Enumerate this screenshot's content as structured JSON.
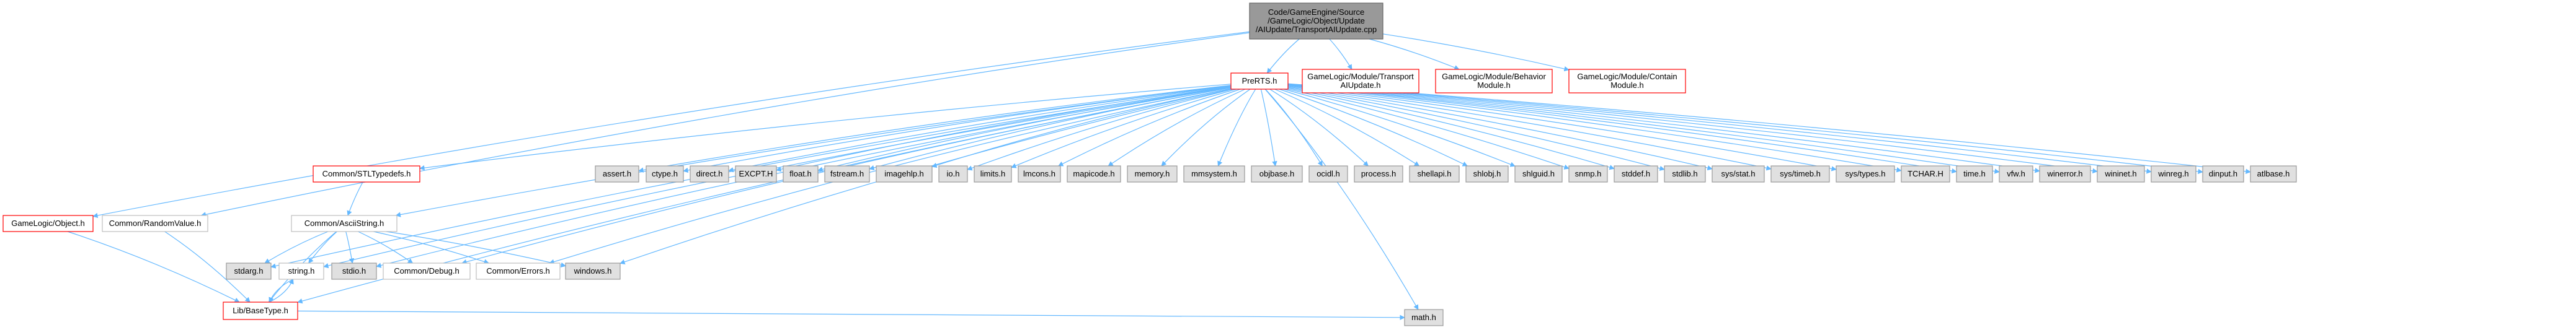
{
  "colors": {
    "edge": "#63b8ff",
    "root_fill": "#999999",
    "root_stroke": "#666666",
    "doc_fill": "#ffffff",
    "doc_stroke": "#bfbfbf",
    "missing_fill": "#ffffff",
    "missing_stroke": "#ff0000",
    "system_fill": "#e0e0e0",
    "system_stroke": "#999999"
  },
  "diagram": {
    "nodes": [
      {
        "id": "root",
        "kind": "root",
        "lines": [
          "Code/GameEngine/Source",
          "/GameLogic/Object/Update",
          "/AIUpdate/TransportAIUpdate.cpp"
        ]
      },
      {
        "id": "prerts",
        "kind": "missing",
        "lines": [
          "PreRTS.h"
        ]
      },
      {
        "id": "gl-transport",
        "kind": "missing",
        "lines": [
          "GameLogic/Module/Transport",
          "AIUpdate.h"
        ]
      },
      {
        "id": "gl-behavior",
        "kind": "missing",
        "lines": [
          "GameLogic/Module/Behavior",
          "Module.h"
        ]
      },
      {
        "id": "gl-contain",
        "kind": "missing",
        "lines": [
          "GameLogic/Module/Contain",
          "Module.h"
        ]
      },
      {
        "id": "gl-object",
        "kind": "missing",
        "lines": [
          "GameLogic/Object.h"
        ]
      },
      {
        "id": "common-random",
        "kind": "doc",
        "lines": [
          "Common/RandomValue.h"
        ]
      },
      {
        "id": "common-stltypedefs",
        "kind": "missing",
        "lines": [
          "Common/STLTypedefs.h"
        ]
      },
      {
        "id": "common-ascii",
        "kind": "doc",
        "lines": [
          "Common/AsciiString.h"
        ]
      },
      {
        "id": "stdarg",
        "kind": "system",
        "lines": [
          "stdarg.h"
        ]
      },
      {
        "id": "string",
        "kind": "doc",
        "lines": [
          "string.h"
        ]
      },
      {
        "id": "stdio",
        "kind": "system",
        "lines": [
          "stdio.h"
        ]
      },
      {
        "id": "common-debug",
        "kind": "doc",
        "lines": [
          "Common/Debug.h"
        ]
      },
      {
        "id": "common-errors",
        "kind": "doc",
        "lines": [
          "Common/Errors.h"
        ]
      },
      {
        "id": "windows",
        "kind": "system",
        "lines": [
          "windows.h"
        ]
      },
      {
        "id": "lib-basetype",
        "kind": "missing",
        "lines": [
          "Lib/BaseType.h"
        ]
      },
      {
        "id": "math",
        "kind": "system",
        "lines": [
          "math.h"
        ]
      },
      {
        "id": "assert",
        "kind": "system",
        "lines": [
          "assert.h"
        ]
      },
      {
        "id": "ctype",
        "kind": "system",
        "lines": [
          "ctype.h"
        ]
      },
      {
        "id": "direct",
        "kind": "system",
        "lines": [
          "direct.h"
        ]
      },
      {
        "id": "excpt",
        "kind": "system",
        "lines": [
          "EXCPT.H"
        ]
      },
      {
        "id": "float",
        "kind": "system",
        "lines": [
          "float.h"
        ]
      },
      {
        "id": "fstream",
        "kind": "system",
        "lines": [
          "fstream.h"
        ]
      },
      {
        "id": "imagehlp",
        "kind": "system",
        "lines": [
          "imagehlp.h"
        ]
      },
      {
        "id": "io",
        "kind": "system",
        "lines": [
          "io.h"
        ]
      },
      {
        "id": "limits",
        "kind": "system",
        "lines": [
          "limits.h"
        ]
      },
      {
        "id": "lmcons",
        "kind": "system",
        "lines": [
          "lmcons.h"
        ]
      },
      {
        "id": "mapicode",
        "kind": "system",
        "lines": [
          "mapicode.h"
        ]
      },
      {
        "id": "memory",
        "kind": "system",
        "lines": [
          "memory.h"
        ]
      },
      {
        "id": "mmsystem",
        "kind": "system",
        "lines": [
          "mmsystem.h"
        ]
      },
      {
        "id": "objbase",
        "kind": "system",
        "lines": [
          "objbase.h"
        ]
      },
      {
        "id": "ocidl",
        "kind": "system",
        "lines": [
          "ocidl.h"
        ]
      },
      {
        "id": "process",
        "kind": "system",
        "lines": [
          "process.h"
        ]
      },
      {
        "id": "shellapi",
        "kind": "system",
        "lines": [
          "shellapi.h"
        ]
      },
      {
        "id": "shlobj",
        "kind": "system",
        "lines": [
          "shlobj.h"
        ]
      },
      {
        "id": "shlguid",
        "kind": "system",
        "lines": [
          "shlguid.h"
        ]
      },
      {
        "id": "snmp",
        "kind": "system",
        "lines": [
          "snmp.h"
        ]
      },
      {
        "id": "stddef",
        "kind": "system",
        "lines": [
          "stddef.h"
        ]
      },
      {
        "id": "stdlib",
        "kind": "system",
        "lines": [
          "stdlib.h"
        ]
      },
      {
        "id": "sys-stat",
        "kind": "system",
        "lines": [
          "sys/stat.h"
        ]
      },
      {
        "id": "sys-timeb",
        "kind": "system",
        "lines": [
          "sys/timeb.h"
        ]
      },
      {
        "id": "sys-types",
        "kind": "system",
        "lines": [
          "sys/types.h"
        ]
      },
      {
        "id": "tchar",
        "kind": "system",
        "lines": [
          "TCHAR.H"
        ]
      },
      {
        "id": "time",
        "kind": "system",
        "lines": [
          "time.h"
        ]
      },
      {
        "id": "vfw",
        "kind": "system",
        "lines": [
          "vfw.h"
        ]
      },
      {
        "id": "winerror",
        "kind": "system",
        "lines": [
          "winerror.h"
        ]
      },
      {
        "id": "wininet",
        "kind": "system",
        "lines": [
          "wininet.h"
        ]
      },
      {
        "id": "winreg",
        "kind": "system",
        "lines": [
          "winreg.h"
        ]
      },
      {
        "id": "dinput",
        "kind": "system",
        "lines": [
          "dinput.h"
        ]
      },
      {
        "id": "atlbase",
        "kind": "system",
        "lines": [
          "atlbase.h"
        ]
      }
    ],
    "edges": [
      [
        "root",
        "prerts"
      ],
      [
        "root",
        "gl-transport"
      ],
      [
        "root",
        "gl-behavior"
      ],
      [
        "root",
        "gl-contain"
      ],
      [
        "root",
        "gl-object"
      ],
      [
        "root",
        "common-random"
      ],
      [
        "gl-object",
        "lib-basetype"
      ],
      [
        "common-random",
        "lib-basetype"
      ],
      [
        "prerts",
        "common-stltypedefs"
      ],
      [
        "prerts",
        "common-ascii"
      ],
      [
        "prerts",
        "stdarg"
      ],
      [
        "prerts",
        "string"
      ],
      [
        "prerts",
        "stdio"
      ],
      [
        "prerts",
        "common-debug"
      ],
      [
        "prerts",
        "common-errors"
      ],
      [
        "prerts",
        "windows"
      ],
      [
        "prerts",
        "lib-basetype"
      ],
      [
        "prerts",
        "math"
      ],
      [
        "prerts",
        "assert"
      ],
      [
        "prerts",
        "ctype"
      ],
      [
        "prerts",
        "direct"
      ],
      [
        "prerts",
        "excpt"
      ],
      [
        "prerts",
        "float"
      ],
      [
        "prerts",
        "fstream"
      ],
      [
        "prerts",
        "imagehlp"
      ],
      [
        "prerts",
        "io"
      ],
      [
        "prerts",
        "limits"
      ],
      [
        "prerts",
        "lmcons"
      ],
      [
        "prerts",
        "mapicode"
      ],
      [
        "prerts",
        "memory"
      ],
      [
        "prerts",
        "mmsystem"
      ],
      [
        "prerts",
        "objbase"
      ],
      [
        "prerts",
        "ocidl"
      ],
      [
        "prerts",
        "process"
      ],
      [
        "prerts",
        "shellapi"
      ],
      [
        "prerts",
        "shlobj"
      ],
      [
        "prerts",
        "shlguid"
      ],
      [
        "prerts",
        "snmp"
      ],
      [
        "prerts",
        "stddef"
      ],
      [
        "prerts",
        "stdlib"
      ],
      [
        "prerts",
        "sys-stat"
      ],
      [
        "prerts",
        "sys-timeb"
      ],
      [
        "prerts",
        "sys-types"
      ],
      [
        "prerts",
        "tchar"
      ],
      [
        "prerts",
        "time"
      ],
      [
        "prerts",
        "vfw"
      ],
      [
        "prerts",
        "winerror"
      ],
      [
        "prerts",
        "wininet"
      ],
      [
        "prerts",
        "winreg"
      ],
      [
        "prerts",
        "dinput"
      ],
      [
        "prerts",
        "atlbase"
      ],
      [
        "common-stltypedefs",
        "common-ascii"
      ],
      [
        "common-ascii",
        "stdarg"
      ],
      [
        "common-ascii",
        "string"
      ],
      [
        "common-ascii",
        "stdio"
      ],
      [
        "common-ascii",
        "common-debug"
      ],
      [
        "common-ascii",
        "common-errors"
      ],
      [
        "common-ascii",
        "windows"
      ],
      [
        "common-ascii",
        "lib-basetype"
      ],
      [
        "string",
        "lib-basetype"
      ],
      [
        "lib-basetype",
        "string"
      ],
      [
        "lib-basetype",
        "math"
      ]
    ]
  }
}
